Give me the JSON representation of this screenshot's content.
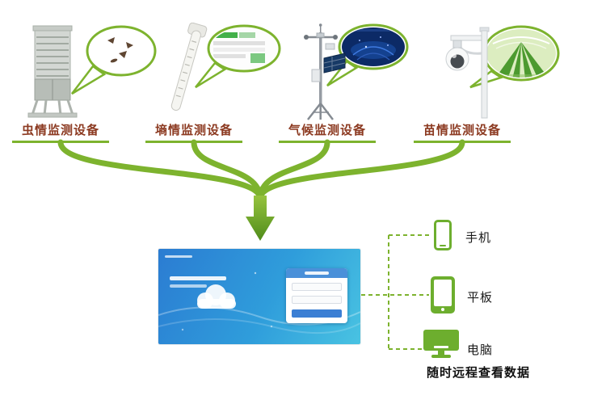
{
  "devices": [
    {
      "label": "虫情监测设备"
    },
    {
      "label": "墒情监测设备"
    },
    {
      "label": "气候监测设备"
    },
    {
      "label": "苗情监测设备"
    }
  ],
  "endpoints": [
    {
      "label": "手机"
    },
    {
      "label": "平板"
    },
    {
      "label": "电脑"
    }
  ],
  "caption": "随时远程查看数据",
  "colors": {
    "accent_green": "#7DB32E",
    "arrow_green_dark": "#4F8C1B",
    "device_label_text": "#8C3A21",
    "platform_blue": "#2E86D8"
  }
}
